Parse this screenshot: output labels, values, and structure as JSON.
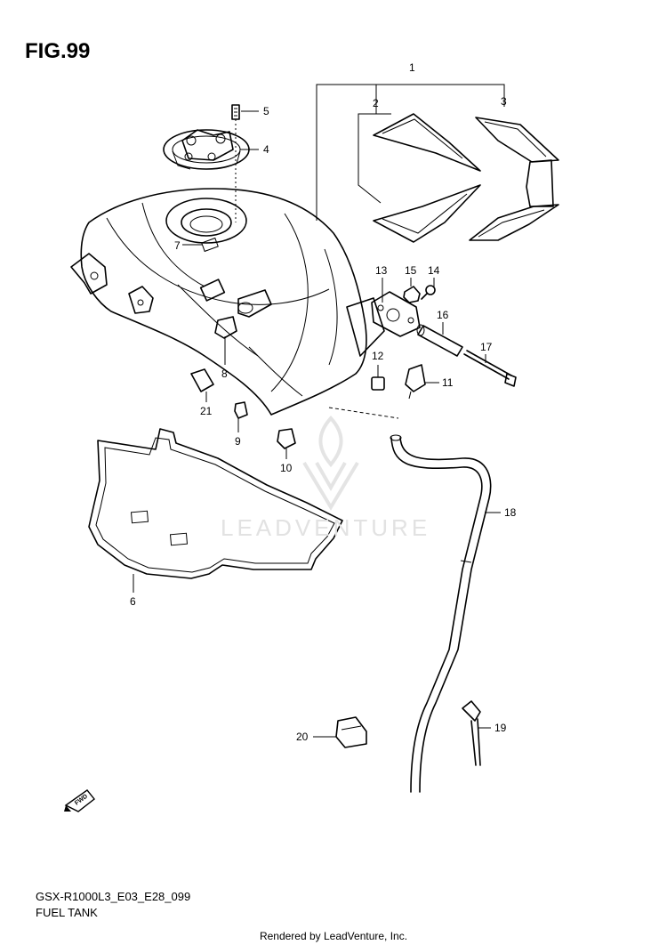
{
  "figure": {
    "title": "FIG.99",
    "model_code": "GSX-R1000L3_E03_E28_099",
    "section_name": "FUEL TANK",
    "footer": "Rendered by LeadVenture, Inc.",
    "watermark": "LEADVENTURE",
    "fwd_label": "FWD"
  },
  "callouts": [
    {
      "id": "c1",
      "label": "1"
    },
    {
      "id": "c2",
      "label": "2"
    },
    {
      "id": "c3",
      "label": "3"
    },
    {
      "id": "c4",
      "label": "4"
    },
    {
      "id": "c5",
      "label": "5"
    },
    {
      "id": "c6",
      "label": "6"
    },
    {
      "id": "c7",
      "label": "7"
    },
    {
      "id": "c8",
      "label": "8"
    },
    {
      "id": "c9",
      "label": "9"
    },
    {
      "id": "c10",
      "label": "10"
    },
    {
      "id": "c11",
      "label": "11"
    },
    {
      "id": "c12",
      "label": "12"
    },
    {
      "id": "c13",
      "label": "13"
    },
    {
      "id": "c14",
      "label": "14"
    },
    {
      "id": "c15",
      "label": "15"
    },
    {
      "id": "c16",
      "label": "16"
    },
    {
      "id": "c17",
      "label": "17"
    },
    {
      "id": "c18",
      "label": "18"
    },
    {
      "id": "c19",
      "label": "19"
    },
    {
      "id": "c20",
      "label": "20"
    },
    {
      "id": "c21",
      "label": "21"
    }
  ],
  "colors": {
    "line": "#000000",
    "watermark": "#e2e2e2",
    "background": "#ffffff"
  }
}
